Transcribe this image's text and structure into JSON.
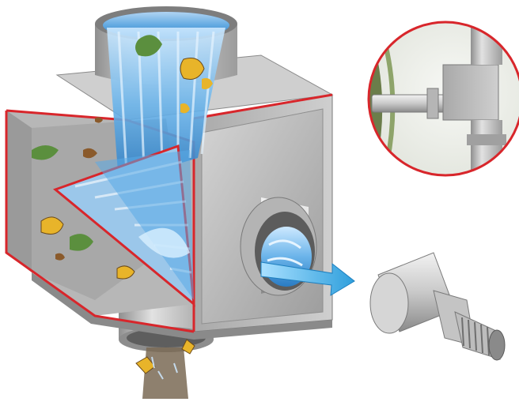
{
  "illustration": {
    "subject": "",
    "colors": {
      "housing_light": "#dcdcdc",
      "housing_mid": "#b9b9b9",
      "housing_dark": "#8f8f8f",
      "housing_shadow": "#6f6f6f",
      "cut_edge": "#d8262b",
      "water_light": "#bfe3ff",
      "water_mid": "#5aa9e6",
      "water_dark": "#1f6fb8",
      "arrow": "#45b6e8",
      "leaf_green": "#5b8f3e",
      "leaf_yellow": "#e8b42a",
      "leaf_brown": "#8a5a2b",
      "pipe_light": "#e6e6e6",
      "pipe_dark": "#9a9a9a",
      "inset_bg": "#eef1ec",
      "inset_wall": "#6b7d4a",
      "background": "#ffffff"
    },
    "parts": [
      {
        "id": "filter-housing",
        "icon": "cutaway-box"
      },
      {
        "id": "inlet-pipe",
        "icon": "cylinder-top"
      },
      {
        "id": "filter-screen",
        "icon": "mesh-plane"
      },
      {
        "id": "outlet-pipe",
        "icon": "cylinder-side"
      },
      {
        "id": "debris-drain",
        "icon": "cylinder-bottom"
      },
      {
        "id": "water-flow-arrow",
        "icon": "arrow-right"
      },
      {
        "id": "installation-inset",
        "icon": "magnifier-circle"
      },
      {
        "id": "reducer-fitting",
        "icon": "threaded-adapter"
      }
    ]
  }
}
